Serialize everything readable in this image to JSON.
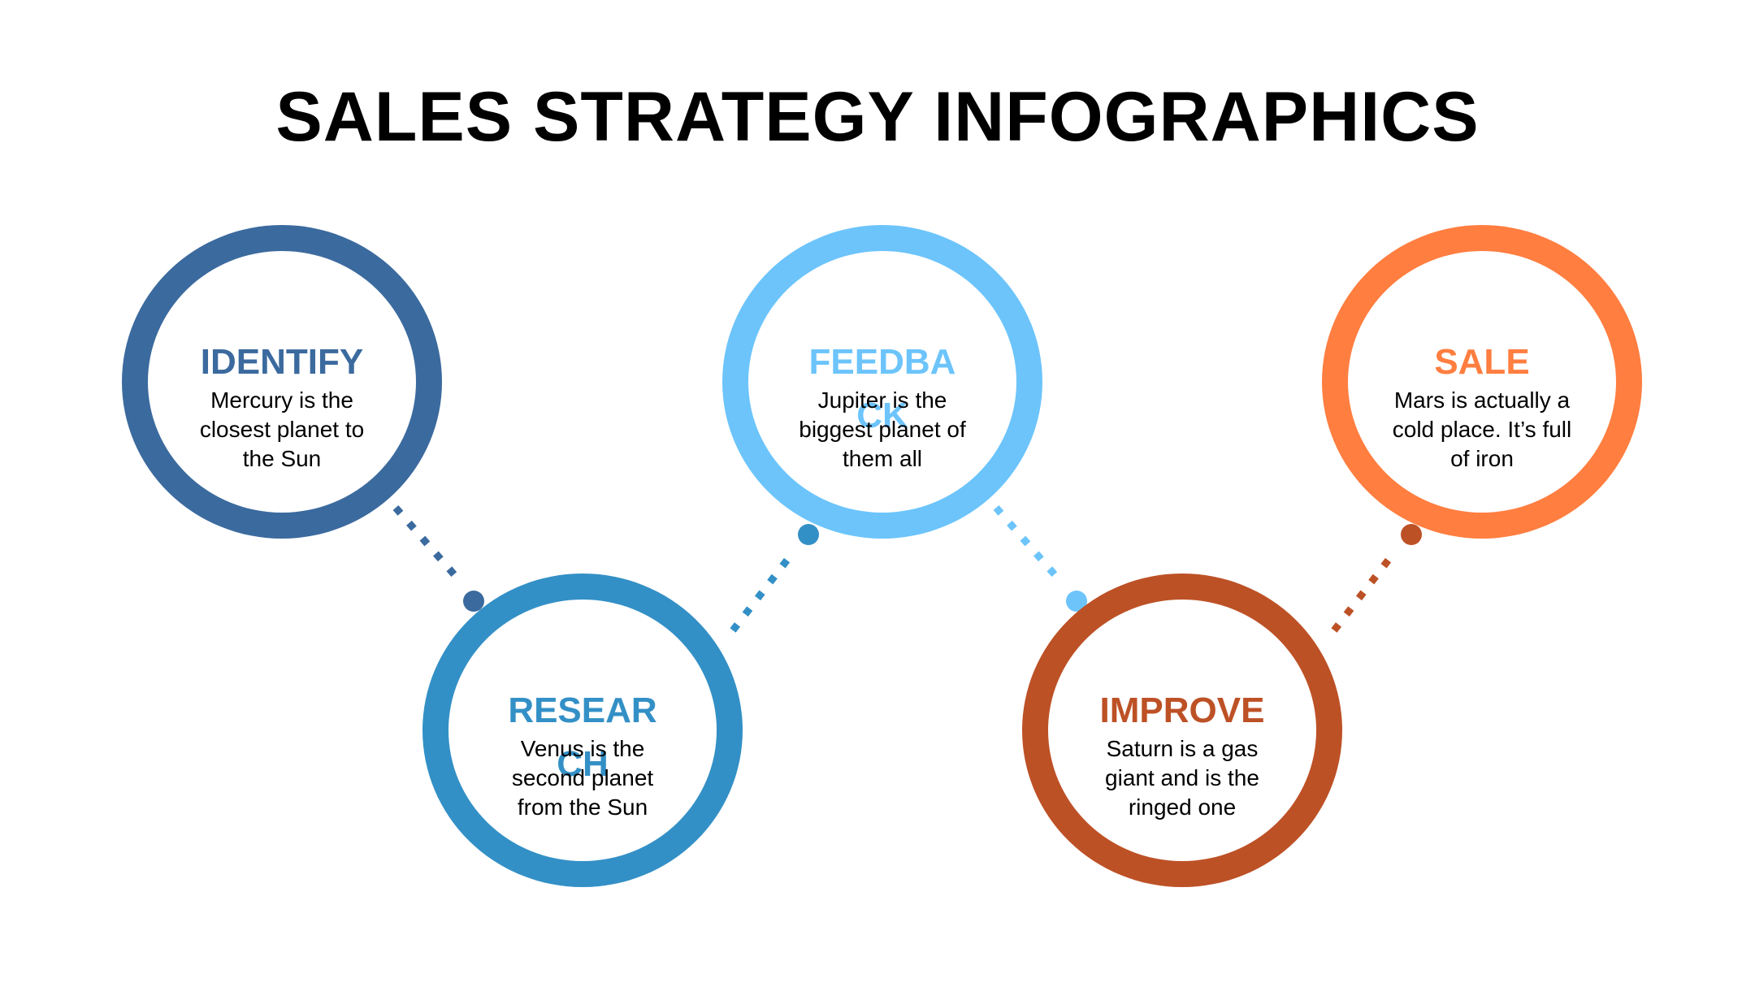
{
  "title": "SALES STRATEGY INFOGRAPHICS",
  "steps": [
    {
      "title": "IDENTIFY",
      "description": "Mercury is the closest planet to the Sun",
      "color": "#3B6A9E"
    },
    {
      "title": "RESEARCH",
      "description": "Venus is the second planet from the Sun",
      "color": "#3390C6"
    },
    {
      "title": "FEEDBACK",
      "description": "Jupiter is the biggest planet of them all",
      "color": "#6CC4FB"
    },
    {
      "title": "IMPROVE",
      "description": "Saturn is a gas giant and is the ringed one",
      "color": "#BD5126"
    },
    {
      "title": "SALE",
      "description": "Mars is actually a cold place. It’s full of iron",
      "color": "#FF7E40"
    }
  ]
}
